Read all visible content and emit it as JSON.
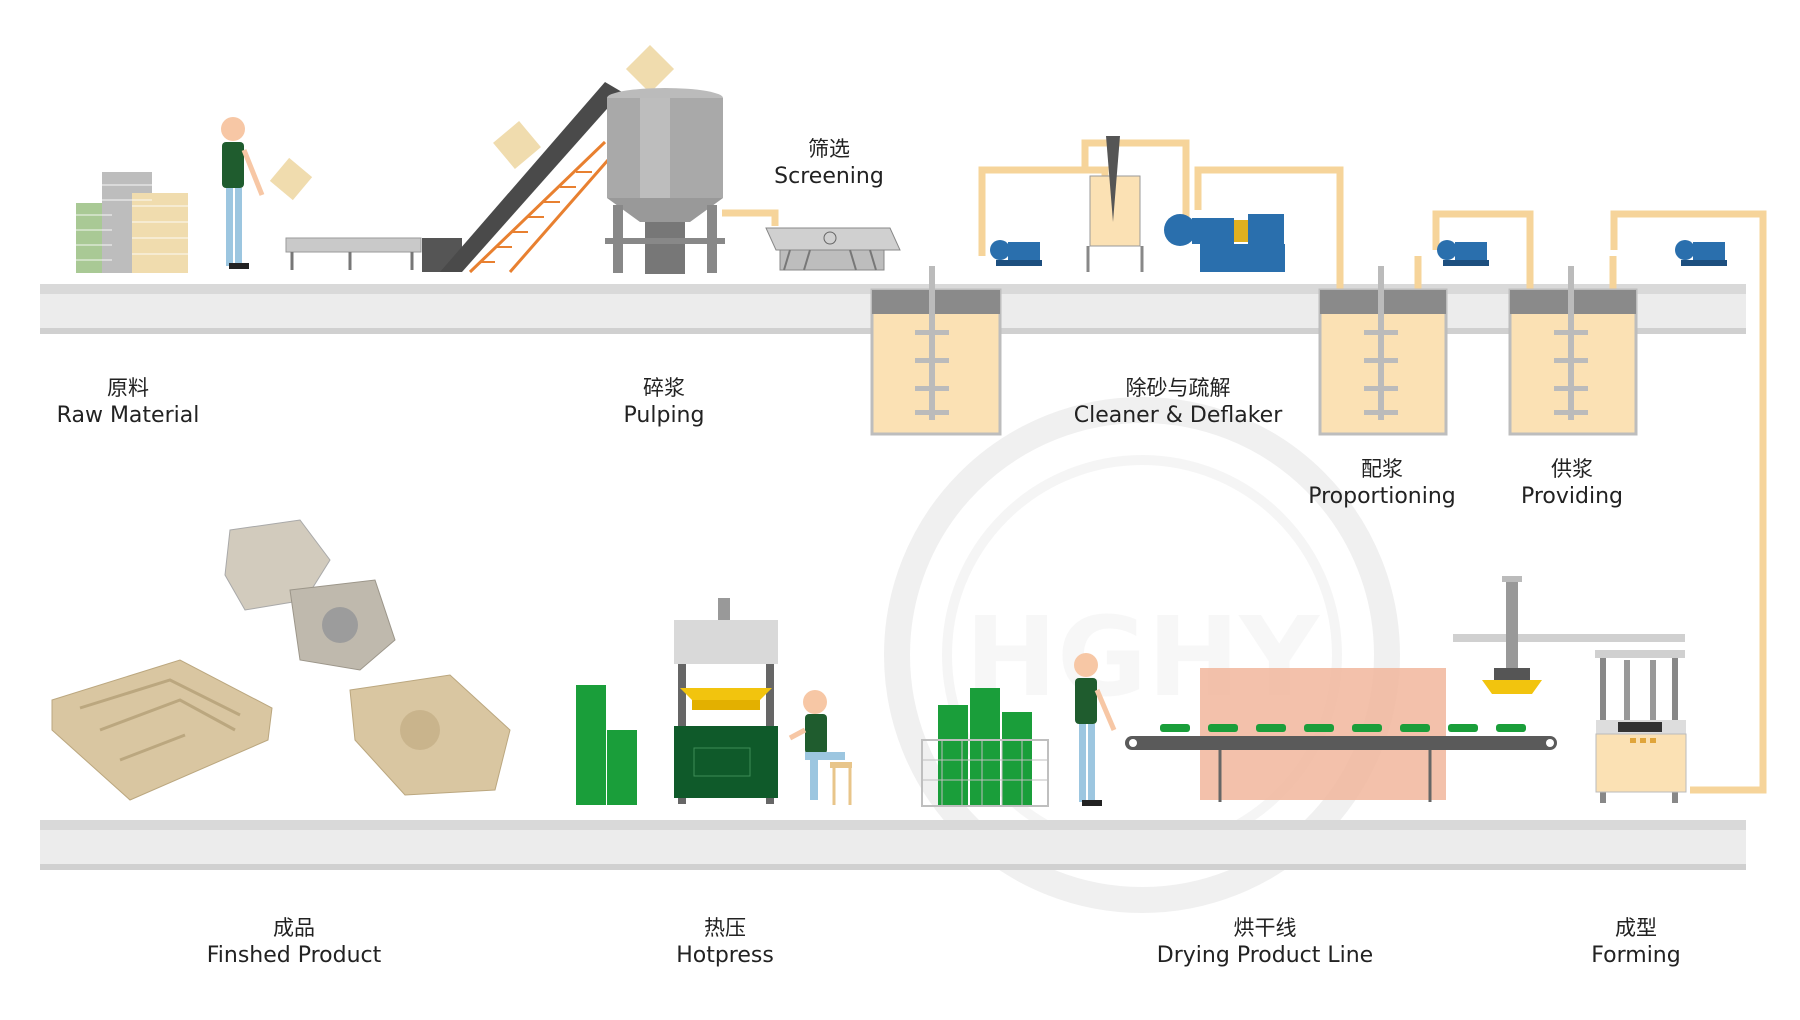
{
  "watermark": "HGHY",
  "colors": {
    "pulp": "#fbe1b4",
    "pipe": "#f6d49a",
    "pump_blue": "#2a6fad",
    "worker_shirt": "#1f5c2e",
    "mold_green": "#1a9e3a",
    "tray": "#d9c6a1",
    "dryer": "#f1b69c",
    "steel": "#9a9a9a"
  },
  "stages": [
    {
      "zh": "原料",
      "en": "Raw Material"
    },
    {
      "zh": "碎浆",
      "en": "Pulping"
    },
    {
      "zh": "筛选",
      "en": "Screening"
    },
    {
      "zh": "除砂与疏解",
      "en": "Cleaner & Deflaker"
    },
    {
      "zh": "配浆",
      "en": "Proportioning"
    },
    {
      "zh": "供浆",
      "en": "Providing"
    },
    {
      "zh": "成品",
      "en": "Finshed Product"
    },
    {
      "zh": "热压",
      "en": "Hotpress"
    },
    {
      "zh": "烘干线",
      "en": "Drying Product Line"
    },
    {
      "zh": "成型",
      "en": "Forming"
    }
  ]
}
